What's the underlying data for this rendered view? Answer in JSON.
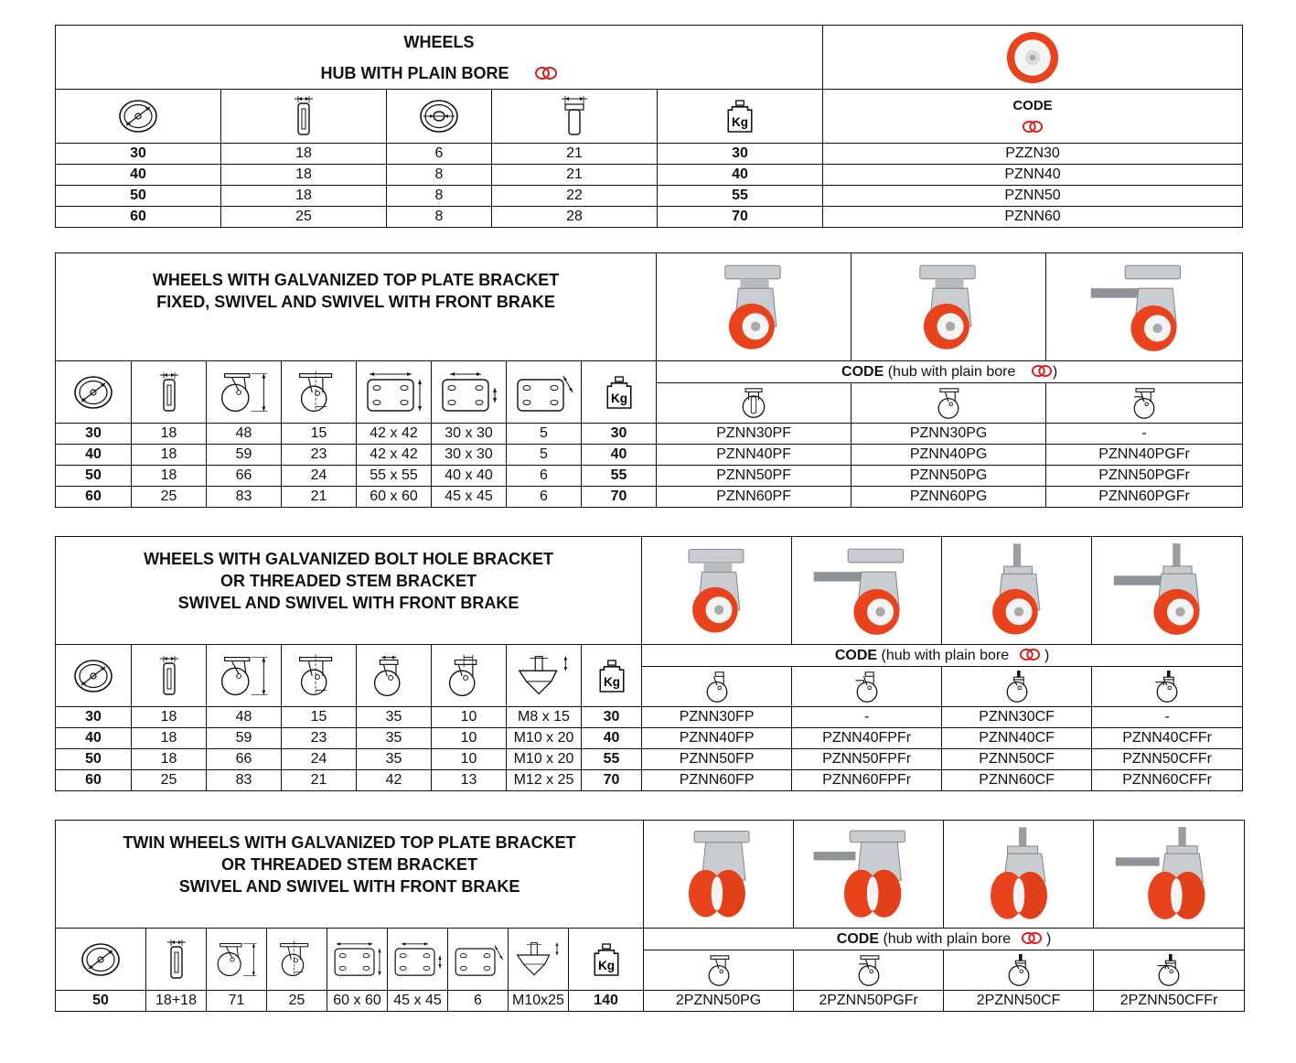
{
  "table1": {
    "title_line1": "WHEELS",
    "title_line2": "HUB WITH PLAIN BORE",
    "code_label": "CODE",
    "rows": [
      [
        "30",
        "18",
        "6",
        "21",
        "30",
        "PZZN30"
      ],
      [
        "40",
        "18",
        "8",
        "21",
        "40",
        "PZNN40"
      ],
      [
        "50",
        "18",
        "8",
        "22",
        "55",
        "PZNN50"
      ],
      [
        "60",
        "25",
        "8",
        "28",
        "70",
        "PZNN60"
      ]
    ]
  },
  "table2": {
    "title_line1": "WHEELS WITH GALVANIZED TOP PLATE BRACKET",
    "title_line2": "FIXED, SWIVEL AND SWIVEL WITH FRONT BRAKE",
    "code_label": "CODE",
    "code_note_open": " (hub with plain bore",
    "code_note_close": ")",
    "rows": [
      [
        "30",
        "18",
        "48",
        "15",
        "42 x 42",
        "30 x 30",
        "5",
        "30",
        "PZNN30PF",
        "PZNN30PG",
        "-"
      ],
      [
        "40",
        "18",
        "59",
        "23",
        "42 x 42",
        "30 x 30",
        "5",
        "40",
        "PZNN40PF",
        "PZNN40PG",
        "PZNN40PGFr"
      ],
      [
        "50",
        "18",
        "66",
        "24",
        "55 x 55",
        "40 x 40",
        "6",
        "55",
        "PZNN50PF",
        "PZNN50PG",
        "PZNN50PGFr"
      ],
      [
        "60",
        "25",
        "83",
        "21",
        "60 x 60",
        "45 x 45",
        "6",
        "70",
        "PZNN60PF",
        "PZNN60PG",
        "PZNN60PGFr"
      ]
    ]
  },
  "table3": {
    "title_line1": "WHEELS WITH GALVANIZED BOLT HOLE BRACKET",
    "title_line2": "OR THREADED STEM BRACKET",
    "title_line3": "SWIVEL AND SWIVEL WITH FRONT BRAKE",
    "code_label": "CODE",
    "code_note_open": " (hub with plain bore",
    "code_note_close": " )",
    "rows": [
      [
        "30",
        "18",
        "48",
        "15",
        "35",
        "10",
        "M8 x 15",
        "30",
        "PZNN30FP",
        "-",
        "PZNN30CF",
        "-"
      ],
      [
        "40",
        "18",
        "59",
        "23",
        "35",
        "10",
        "M10 x 20",
        "40",
        "PZNN40FP",
        "PZNN40FPFr",
        "PZNN40CF",
        "PZNN40CFFr"
      ],
      [
        "50",
        "18",
        "66",
        "24",
        "35",
        "10",
        "M10 x 20",
        "55",
        "PZNN50FP",
        "PZNN50FPFr",
        "PZNN50CF",
        "PZNN50CFFr"
      ],
      [
        "60",
        "25",
        "83",
        "21",
        "42",
        "13",
        "M12 x 25",
        "70",
        "PZNN60FP",
        "PZNN60FPFr",
        "PZNN60CF",
        "PZNN60CFFr"
      ]
    ]
  },
  "table4": {
    "title_line1": "TWIN WHEELS WITH GALVANIZED TOP PLATE BRACKET",
    "title_line2": "OR THREADED STEM BRACKET",
    "title_line3": "SWIVEL AND SWIVEL WITH FRONT BRAKE",
    "code_label": "CODE",
    "code_note_open": " (hub with plain bore",
    "code_note_close": " )",
    "row": [
      "50",
      "18+18",
      "71",
      "25",
      "60 x 60",
      "45 x 45",
      "6",
      "M10x25",
      "140",
      "2PZNN50PG",
      "2PZNN50PGFr",
      "2PZNN50CF",
      "2PZNN50CFFr"
    ]
  },
  "icons": {
    "weight_label": "Kg"
  },
  "colors": {
    "wheel_red": "#e8431c",
    "hub_white": "#f4f4f4",
    "steel": "#b9bcc0"
  }
}
